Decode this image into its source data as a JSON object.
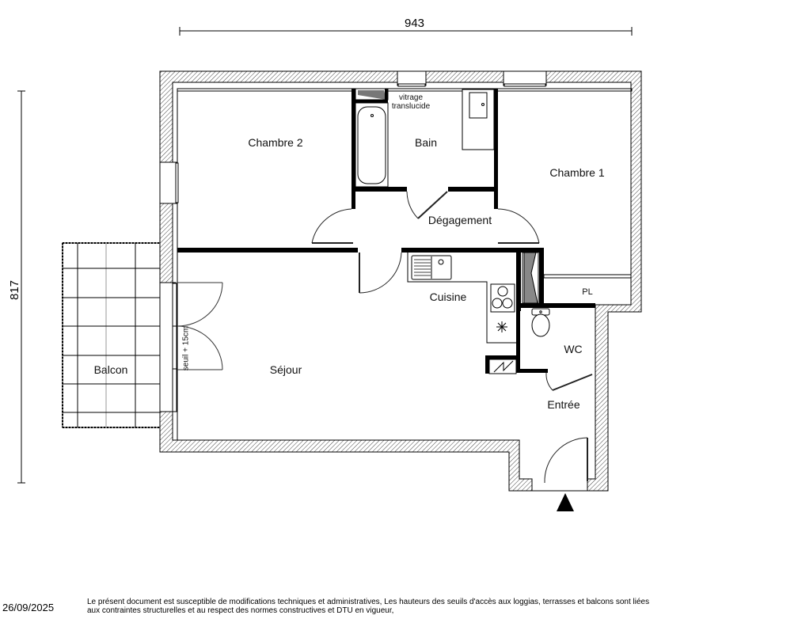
{
  "plan": {
    "dimensions": {
      "width_label": "943",
      "height_label": "817"
    },
    "rooms": [
      {
        "id": "chambre2",
        "label": "Chambre 2"
      },
      {
        "id": "bain",
        "label": "Bain"
      },
      {
        "id": "chambre1",
        "label": "Chambre 1"
      },
      {
        "id": "degagement",
        "label": "Dégagement"
      },
      {
        "id": "cuisine",
        "label": "Cuisine"
      },
      {
        "id": "pl",
        "label": "PL"
      },
      {
        "id": "wc",
        "label": "WC"
      },
      {
        "id": "sejour",
        "label": "Séjour"
      },
      {
        "id": "entree",
        "label": "Entrée"
      },
      {
        "id": "balcon",
        "label": "Balcon"
      }
    ],
    "annotations": {
      "vitrage": "vitrage translucide",
      "vitrage_line1": "vitrage",
      "vitrage_line2": "translucide",
      "seuil": "seuil + 15cm"
    },
    "entry_marker": "entry-arrow",
    "colors": {
      "wall": "#000000",
      "hatch": "#555555",
      "background": "#ffffff",
      "balcony_center_line": "#999999"
    }
  },
  "footer": {
    "date": "26/09/2025",
    "disclaimer_line1": "Le présent document est susceptible de modifications techniques et administratives, Les hauteurs des seuils d'accès aux loggias, terrasses et balcons sont liées",
    "disclaimer_line2": "aux contraintes structurelles et au respect des normes constructives et DTU en vigueur,"
  }
}
